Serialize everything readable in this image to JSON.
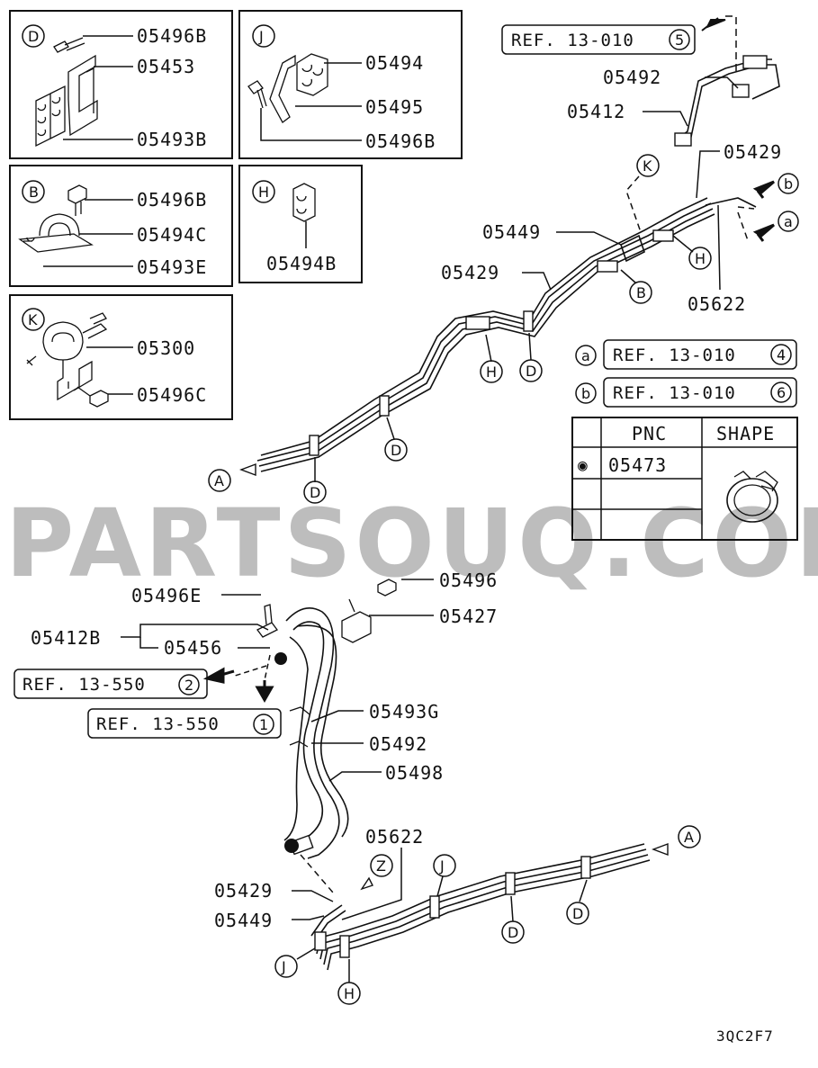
{
  "watermark": "PARTSOUQ.COM",
  "diagram_code": "3QC2F7",
  "detail_boxes": {
    "D": {
      "letter": "D",
      "parts": [
        "05496B",
        "05453",
        "05493B"
      ]
    },
    "J": {
      "letter": "J",
      "parts": [
        "05494",
        "05495",
        "05496B"
      ]
    },
    "B": {
      "letter": "B",
      "parts": [
        "05496B",
        "05494C",
        "05493E"
      ]
    },
    "H": {
      "letter": "H",
      "parts": [
        "05494B"
      ]
    },
    "K": {
      "letter": "K",
      "parts": [
        "05300",
        "05496C"
      ]
    }
  },
  "refs": {
    "top": {
      "text": "REF. 13-010",
      "num": "5"
    },
    "a": {
      "letter": "a",
      "text": "REF. 13-010",
      "num": "4"
    },
    "b": {
      "letter": "b",
      "text": "REF. 13-010",
      "num": "6"
    },
    "ref2": {
      "text": "REF. 13-550",
      "num": "2"
    },
    "ref1": {
      "text": "REF. 13-550",
      "num": "1"
    }
  },
  "pnc_table": {
    "headers": [
      "PNC",
      "SHAPE"
    ],
    "rows": [
      {
        "marker": "◉",
        "pnc": "05473"
      }
    ]
  },
  "upper_labels": {
    "p05492": "05492",
    "p05412": "05412",
    "p05429a": "05429",
    "p05449": "05449",
    "p05429b": "05429",
    "p05622": "05622"
  },
  "lower_labels": {
    "p05496": "05496",
    "p05496e": "05496E",
    "p05427": "05427",
    "p05412b": "05412B",
    "p05456": "05456",
    "p05493g": "05493G",
    "p05492": "05492",
    "p05498": "05498",
    "p05622": "05622",
    "p05429": "05429",
    "p05449": "05449"
  },
  "callouts": {
    "a": "a",
    "b": "b",
    "A": "A",
    "B": "B",
    "D": "D",
    "H": "H",
    "J": "J",
    "K": "K",
    "Z": "Z"
  }
}
